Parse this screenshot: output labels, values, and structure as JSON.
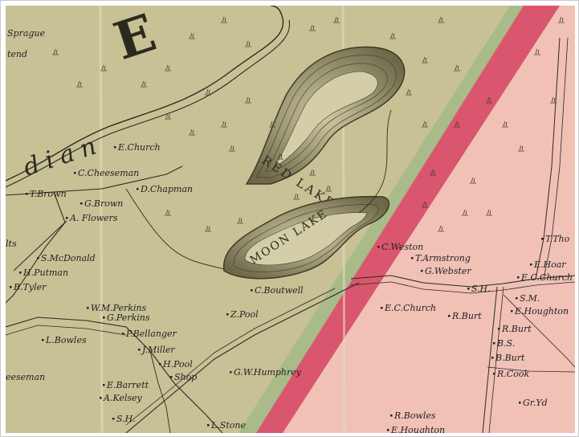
{
  "colors": {
    "left_land": "#c8c196",
    "right_land": "#f1c1b6",
    "border_band": "#d9566e",
    "border_green": "#9db883",
    "ink": "#222222",
    "lake": "#b9b38e",
    "lake_ring": "#4a4634"
  },
  "region_letters": {
    "big_e": "E",
    "river_word": "dian"
  },
  "lakes": {
    "red_lake": "RED LAKE",
    "moon_lake": "MOON LAKE"
  },
  "places": [
    {
      "id": "sprague",
      "text": "Sprague"
    },
    {
      "id": "tend",
      "text": "tend"
    },
    {
      "id": "e-church",
      "text": "E.Church"
    },
    {
      "id": "c-cheeseman",
      "text": "C.Cheeseman"
    },
    {
      "id": "t-brown",
      "text": "T.Brown"
    },
    {
      "id": "d-chapman",
      "text": "D.Chapman"
    },
    {
      "id": "g-brown",
      "text": "G.Brown"
    },
    {
      "id": "a-flowers",
      "text": "A. Flowers"
    },
    {
      "id": "ts",
      "text": "lts"
    },
    {
      "id": "s-mcdonald",
      "text": "S.McDonald"
    },
    {
      "id": "h-putman",
      "text": "H.Putman"
    },
    {
      "id": "b-tyler",
      "text": "B.Tyler"
    },
    {
      "id": "c-boutwell",
      "text": "C.Boutwell"
    },
    {
      "id": "z-pool",
      "text": "Z.Pool"
    },
    {
      "id": "wm-perkins",
      "text": "W.M.Perkins"
    },
    {
      "id": "g-perkins",
      "text": "G.Perkins"
    },
    {
      "id": "p-bellanger",
      "text": "P.Bellanger"
    },
    {
      "id": "l-bowles",
      "text": "L.Bowles"
    },
    {
      "id": "j-miller",
      "text": "J.Miller"
    },
    {
      "id": "h-pool",
      "text": "H.Pool"
    },
    {
      "id": "shop",
      "text": "Shop"
    },
    {
      "id": "cheeseman",
      "text": "eeseman"
    },
    {
      "id": "e-barrett",
      "text": "E.Barrett"
    },
    {
      "id": "a-kelsey",
      "text": "A.Kelsey"
    },
    {
      "id": "gw-humphrey",
      "text": "G.W.Humphrey"
    },
    {
      "id": "sh",
      "text": "S.H."
    },
    {
      "id": "l-stone",
      "text": "L.Stone"
    },
    {
      "id": "c-weston",
      "text": "C.Weston"
    },
    {
      "id": "t-armstrong",
      "text": "T.Armstrong"
    },
    {
      "id": "g-webster",
      "text": "G.Webster"
    },
    {
      "id": "t-tho",
      "text": "T.Tho"
    },
    {
      "id": "e-hoar",
      "text": "E.Hoar"
    },
    {
      "id": "ec-church-1",
      "text": "E.C.Church"
    },
    {
      "id": "sh2",
      "text": "S.H."
    },
    {
      "id": "sm",
      "text": "S.M."
    },
    {
      "id": "e-houghton",
      "text": "E.Houghton"
    },
    {
      "id": "ec-church-2",
      "text": "E.C.Church"
    },
    {
      "id": "r-burt-1",
      "text": "R.Burt"
    },
    {
      "id": "r-burt-2",
      "text": "R.Burt"
    },
    {
      "id": "bs",
      "text": "B.S."
    },
    {
      "id": "b-burt",
      "text": "B.Burt"
    },
    {
      "id": "r-cook",
      "text": "R.Cook"
    },
    {
      "id": "gr-yd",
      "text": "Gr.Yd"
    },
    {
      "id": "r-bowles",
      "text": "R.Bowles"
    },
    {
      "id": "e-houghton-2",
      "text": "E.Houghton"
    }
  ]
}
